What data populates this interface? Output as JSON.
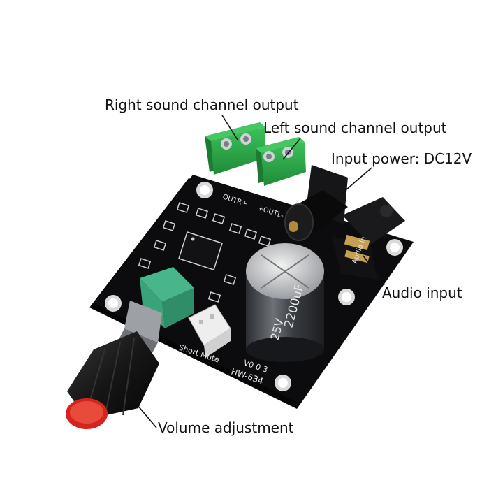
{
  "callouts": {
    "right_output": "Right sound channel output",
    "left_output": "Left sound channel output",
    "input_power": "Input power: DC12V",
    "audio_input": "Audio input",
    "volume": "Volume adjustment"
  },
  "board": {
    "silkscreen_outr": "OUTR+",
    "silkscreen_outl": "+OUTL-",
    "silkscreen_audio": "Audio in",
    "silkscreen_version": "V0.0.3",
    "silkscreen_model": "HW-634",
    "silkscreen_mute": "Short Mute",
    "capacitor_value": "2200uF",
    "capacitor_voltage": "25V"
  },
  "colors": {
    "background": "#ffffff",
    "pcb": "#0c0c0e",
    "terminal_green": "#2fa84a",
    "pot_green": "#3aa37a",
    "knob_black": "#141414",
    "knob_cap_red": "#d6241c",
    "capacitor_silver": "#b9bcc0"
  }
}
